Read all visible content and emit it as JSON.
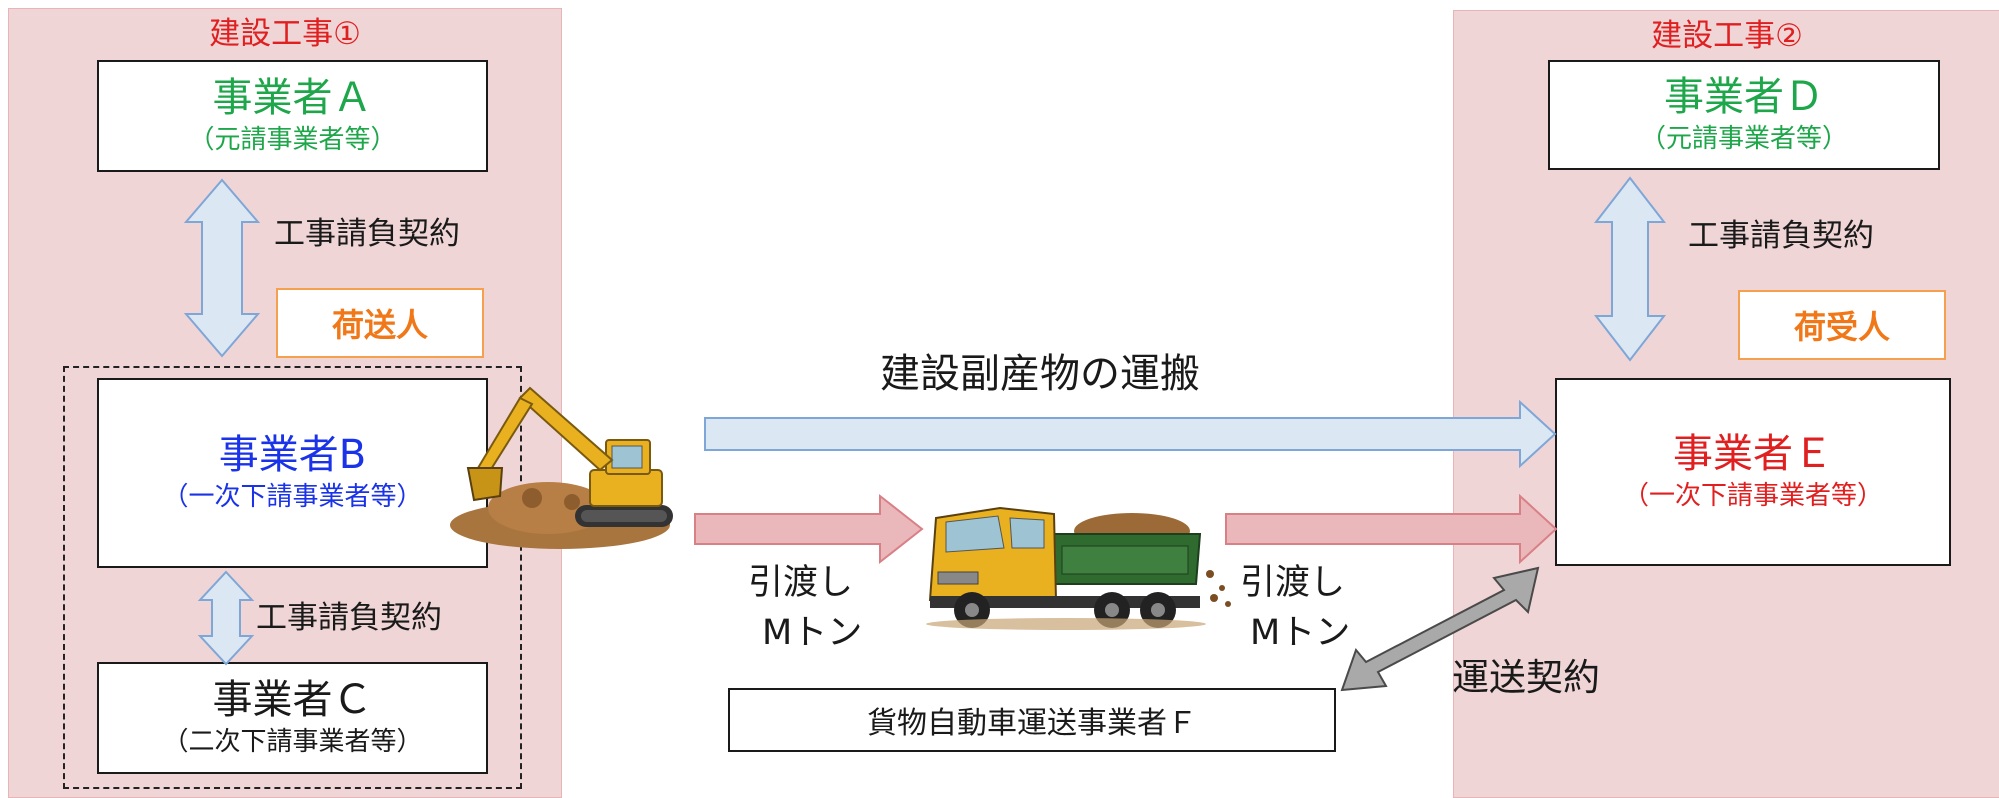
{
  "left_panel": {
    "title": "建設工事①",
    "business_a": {
      "name": "事業者Ａ",
      "sub": "（元請事業者等）"
    },
    "contract_ab": "工事請負契約",
    "role": "荷送人",
    "business_b": {
      "name": "事業者B",
      "sub": "（一次下請事業者等）"
    },
    "contract_bc": "工事請負契約",
    "business_c": {
      "name": "事業者Ｃ",
      "sub": "（二次下請事業者等）"
    }
  },
  "right_panel": {
    "title": "建設工事②",
    "business_d": {
      "name": "事業者Ｄ",
      "sub": "（元請事業者等）"
    },
    "contract_de": "工事請負契約",
    "role": "荷受人",
    "business_e": {
      "name": "事業者Ｅ",
      "sub": "（一次下請事業者等）"
    }
  },
  "center": {
    "transport_label": "建設副産物の運搬",
    "handover_left": {
      "line1": "引渡し",
      "line2": "Mトン"
    },
    "handover_right": {
      "line1": "引渡し",
      "line2": "Mトン"
    },
    "carrier": "貨物自動車運送事業者Ｆ",
    "carriage_contract": "運送契約"
  },
  "colors": {
    "panel_bg": "#f0d5d7",
    "green": "#1ea64a",
    "blue": "#1a33e8",
    "red": "#e02020",
    "orange": "#f07818",
    "blue_arrow": "#dce7f4",
    "red_arrow": "#eab8bb"
  },
  "icons": [
    "excavator-icon",
    "dump-truck-icon"
  ]
}
